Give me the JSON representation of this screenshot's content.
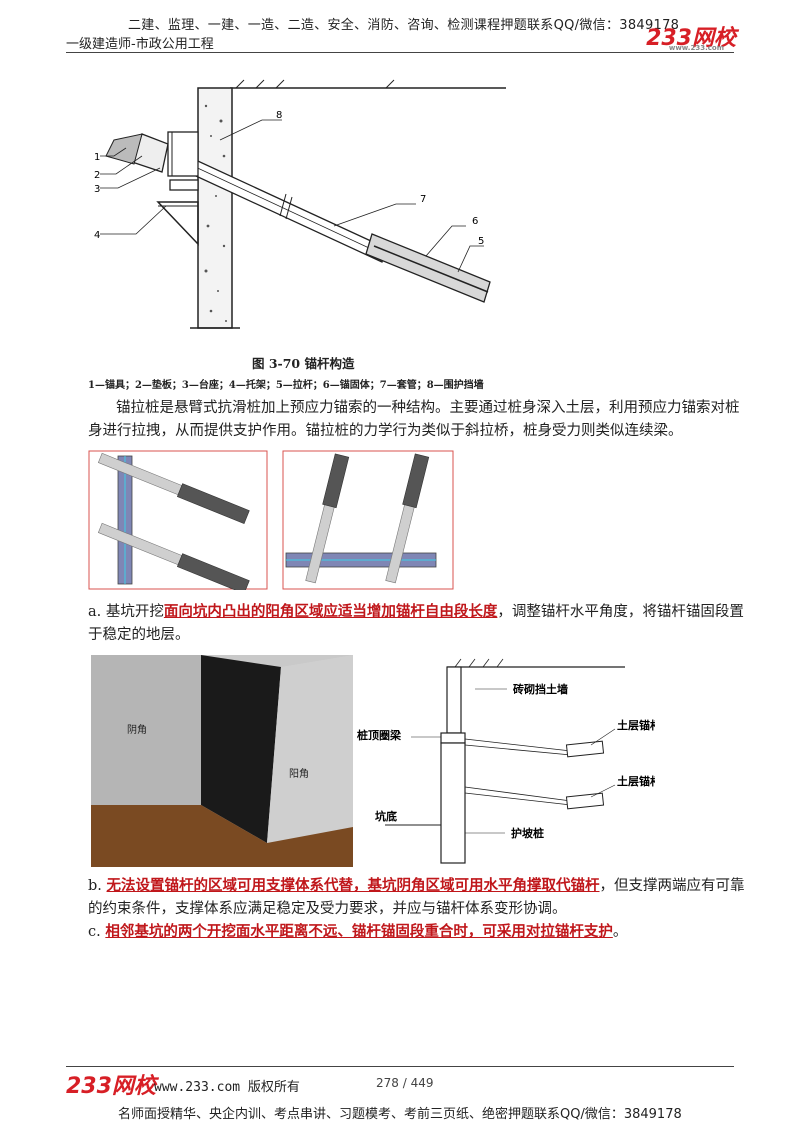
{
  "header": {
    "promo_line": "二建、监理、一建、一造、二造、安全、消防、咨询、检测课程押题联系QQ/微信：3849178",
    "subject": "一级建造师-市政公用工程",
    "logo_text": "233网校",
    "logo_url": "www.233.com"
  },
  "figure_370": {
    "labels": [
      "1",
      "2",
      "3",
      "4",
      "5",
      "6",
      "7",
      "8"
    ],
    "caption": "图 3-70  锚杆构造",
    "legend": "1—锚具；2—垫板；3—台座；4—托架；5—拉杆；6—锚固体；7—套管；8—围护挡墙"
  },
  "paragraph_intro": "锚拉桩是悬臂式抗滑桩加上预应力锚索的一种结构。主要通过桩身深入土层，利用预应力锚索对桩身进行拉拽，从而提供支护作用。锚拉桩的力学行为类似于斜拉桥，桩身受力则类似连续梁。",
  "item_a": {
    "marker": "a.",
    "lead": "基坑开挖",
    "highlight": "面向坑内凸出的阳角区域应适当增加锚杆自由段长度",
    "rest": "，调整锚杆水平角度，将锚杆锚固段置于稳定的地层。"
  },
  "corner_photo": {
    "label_left": "阴角",
    "label_right": "阳角"
  },
  "wall_diagram": {
    "brick_wall": "砖砌挡土墙",
    "crown_beam": "桩顶圈梁",
    "anchor_upper": "土层锚杆",
    "anchor_lower": "土层锚杆",
    "pit_bottom": "坑底",
    "slope_pile": "护坡桩"
  },
  "item_b": {
    "marker": "b.",
    "highlight": "无法设置锚杆的区域可用支撑体系代替，基坑阴角区域可用水平角撑取代锚杆",
    "rest": "，但支撑两端应有可靠的约束条件，支撑体系应满足稳定及受力要求，并应与锚杆体系变形协调。"
  },
  "item_c": {
    "marker": "c.",
    "highlight": "相邻基坑的两个开挖面水平距离不远、锚杆锚固段重合时，可采用对拉锚杆支护",
    "rest": "。"
  },
  "footer": {
    "logo_text": "233网校",
    "site": "www.233.com 版权所有",
    "page": "278 / 449",
    "promo": "名师面授精华、央企内训、考点串讲、习题模考、考前三页纸、绝密押题联系QQ/微信：3849178"
  },
  "colors": {
    "accent_red": "#c0171b",
    "frame_red": "#d9534f",
    "pile_blue": "#7f86b5"
  }
}
